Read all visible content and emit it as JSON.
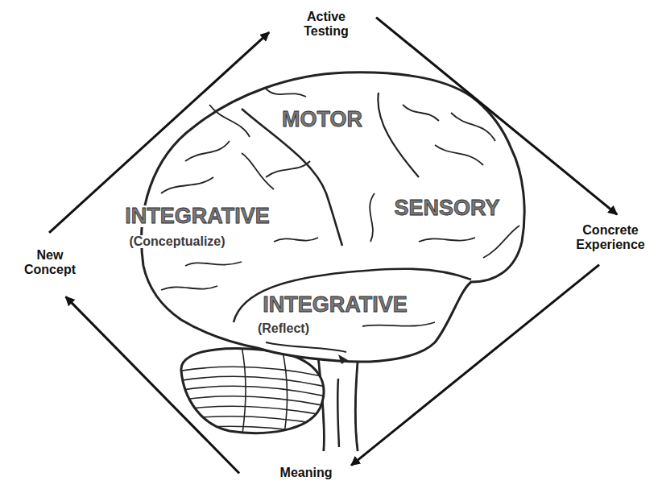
{
  "diagram": {
    "nodes": [
      {
        "text": [
          "Active Testing"
        ]
      },
      {
        "text": [
          "Concrete Experience"
        ]
      },
      {
        "text": [
          "New Concept"
        ]
      },
      {
        "text": [
          "Meaning"
        ]
      }
    ],
    "edges": [
      {
        "from": 0,
        "to": 1,
        "arrow": "to"
      },
      {
        "from": 1,
        "to": 3,
        "arrow": "to"
      },
      {
        "from": 3,
        "to": 2,
        "arrow": "to"
      },
      {
        "from": 2,
        "to": 0,
        "arrow": "to"
      }
    ],
    "labels": [
      "MOTOR",
      "INTEGRATIVE",
      "(Conceptualize)",
      "SENSORY",
      "INTEGRATIVE",
      "(Reflect)"
    ]
  }
}
